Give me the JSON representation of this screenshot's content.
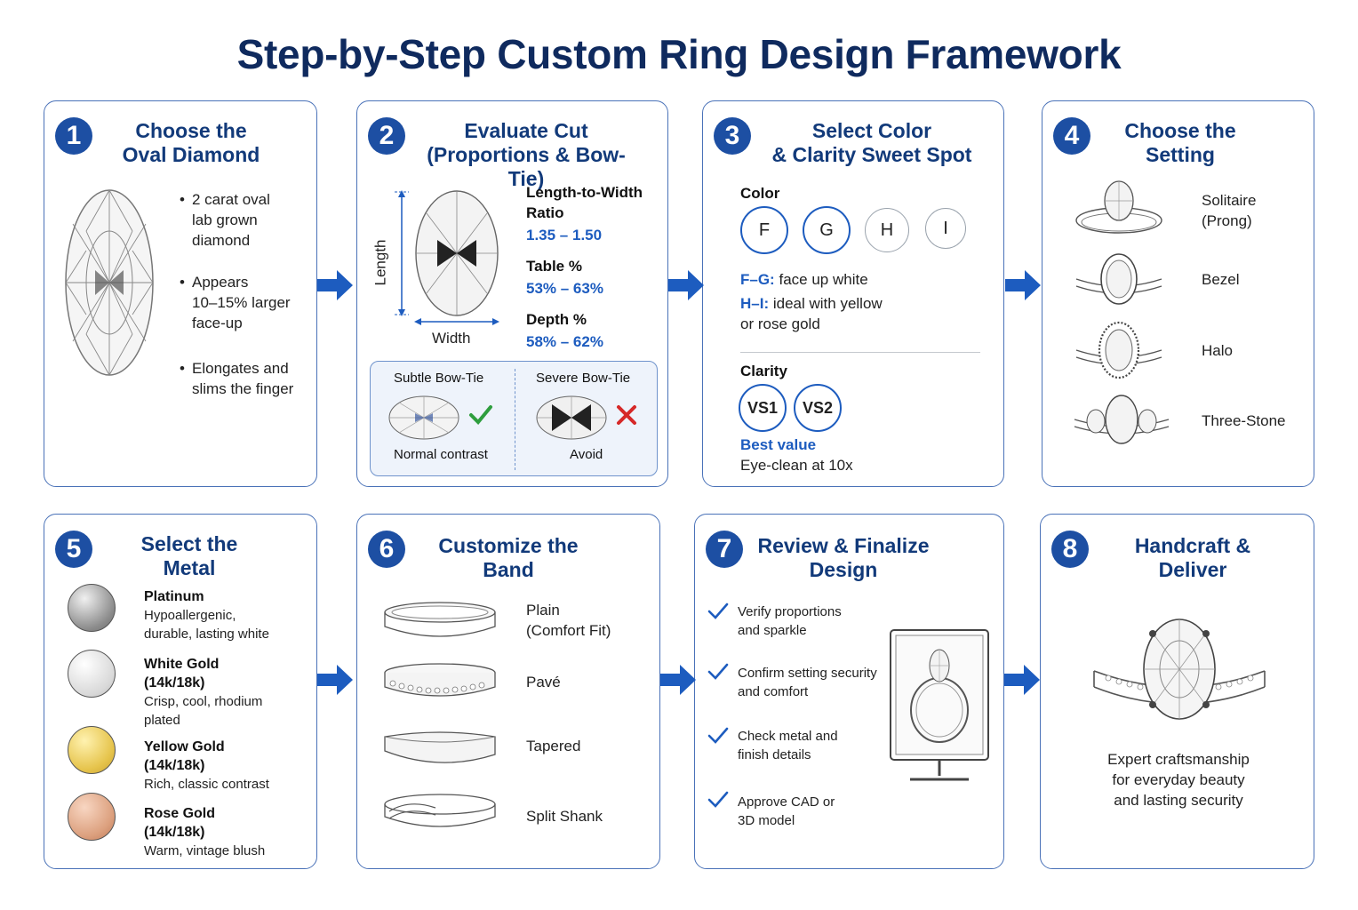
{
  "title": "Step-by-Step Custom Ring Design Framework",
  "steps": [
    {
      "number": "1",
      "title_line1": "Choose the",
      "title_line2": "Oval Diamond",
      "bullets": [
        [
          "2 carat oval",
          "lab grown",
          "diamond"
        ],
        [
          "Appears",
          "10–15% larger",
          "face-up"
        ],
        [
          "Elongates and",
          "slims the finger"
        ]
      ]
    },
    {
      "number": "2",
      "title_line1": "Evaluate Cut",
      "title_line2": "(Proportions & Bow-Tie)",
      "length_label": "Length",
      "width_label": "Width",
      "lw_label_1": "Length-to-Width",
      "lw_label_2": "Ratio",
      "lw_value": "1.35 – 1.50",
      "table_label": "Table %",
      "table_value": "53% – 63%",
      "depth_label": "Depth %",
      "depth_value": "58% – 62%",
      "subtle_label": "Subtle Bow-Tie",
      "subtle_caption": "Normal contrast",
      "severe_label": "Severe Bow-Tie",
      "severe_caption": "Avoid"
    },
    {
      "number": "3",
      "title_line1": "Select Color",
      "title_line2": "& Clarity Sweet Spot",
      "color_label": "Color",
      "colors": [
        "F",
        "G",
        "H",
        "I"
      ],
      "fg_key": "F–G:",
      "fg_text": "face up white",
      "hi_key": "H–I:",
      "hi_text": "ideal with yellow",
      "hi_text2": "or rose gold",
      "clarity_label": "Clarity",
      "clarities": [
        "VS1",
        "VS2"
      ],
      "best_value": "Best value",
      "eye_clean": "Eye-clean at 10x"
    },
    {
      "number": "4",
      "title_line1": "Choose the",
      "title_line2": "Setting",
      "settings": [
        [
          "Solitaire",
          "(Prong)"
        ],
        [
          "Bezel"
        ],
        [
          "Halo"
        ],
        [
          "Three-Stone"
        ]
      ]
    },
    {
      "number": "5",
      "title_line1": "Select the",
      "title_line2": "Metal",
      "metals": [
        {
          "name": "Platinum",
          "karat": "",
          "desc1": "Hypoallergenic,",
          "desc2": "durable, lasting white",
          "color": "#9a9a9a"
        },
        {
          "name": "White Gold",
          "karat": "(14k/18k)",
          "desc1": "Crisp, cool, rhodium",
          "desc2": "plated",
          "color": "#dcdcdc"
        },
        {
          "name": "Yellow Gold",
          "karat": "(14k/18k)",
          "desc1": "Rich, classic contrast",
          "desc2": "",
          "color": "#e8c850"
        },
        {
          "name": "Rose Gold",
          "karat": "(14k/18k)",
          "desc1": "Warm, vintage blush",
          "desc2": "",
          "color": "#dca07e"
        }
      ]
    },
    {
      "number": "6",
      "title_line1": "Customize the",
      "title_line2": "Band",
      "bands": [
        [
          "Plain",
          "(Comfort Fit)"
        ],
        [
          "Pavé"
        ],
        [
          "Tapered"
        ],
        [
          "Split Shank"
        ]
      ]
    },
    {
      "number": "7",
      "title_line1": "Review & Finalize",
      "title_line2": "Design",
      "checks": [
        [
          "Verify proportions",
          "and sparkle"
        ],
        [
          "Confirm setting security",
          "and comfort"
        ],
        [
          "Check metal and",
          "finish details"
        ],
        [
          "Approve CAD or",
          "3D model"
        ]
      ]
    },
    {
      "number": "8",
      "title_line1": "Handcraft &",
      "title_line2": "Deliver",
      "caption1": "Expert craftsmanship",
      "caption2": "for everyday beauty",
      "caption3": "and lasting security"
    }
  ],
  "colors": {
    "accent": "#1d4fa3",
    "title": "#0f2a5e",
    "value_blue": "#1d5cbf",
    "check_green": "#2e9e3e",
    "cross_red": "#d62828"
  }
}
